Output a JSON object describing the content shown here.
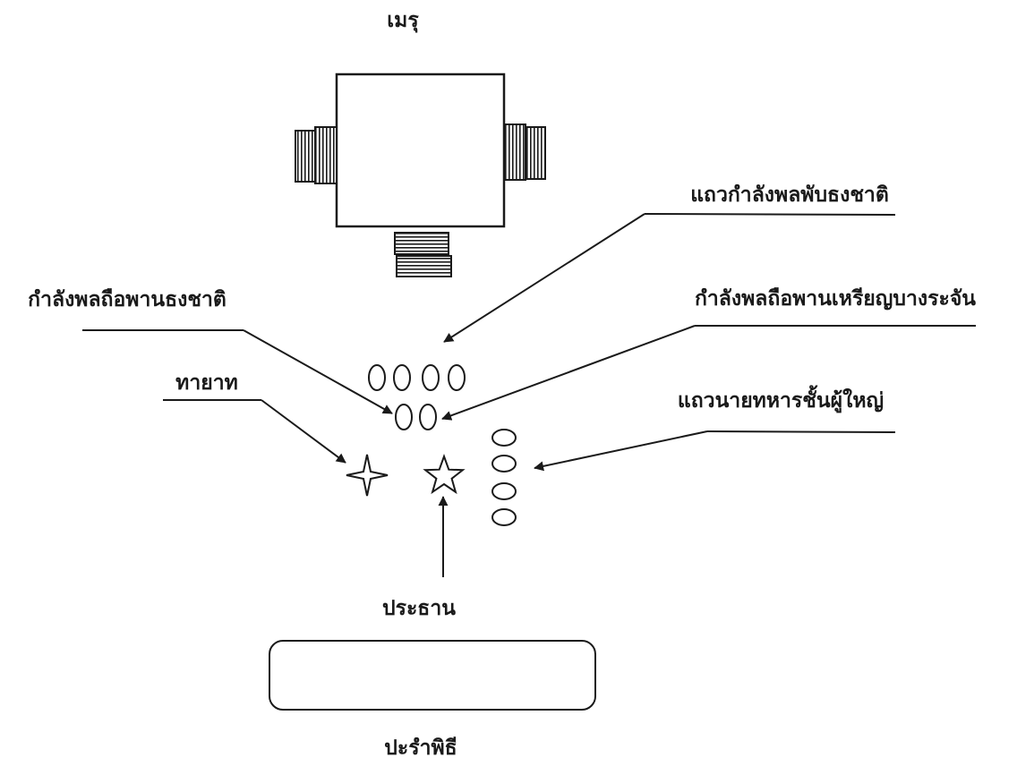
{
  "labels": {
    "meru": "เมรุ",
    "flag_folding_row": "แถวกำลังพลพับธงชาติ",
    "flag_tray_bearer": "กำลังพลถือพานธงชาติ",
    "medal_tray_bearer": "กำลังพลถือพานเหรียญบางระจัน",
    "heir": "ทายาท",
    "senior_officers_row": "แถวนายทหารชั้นผู้ใหญ่",
    "chairman": "ประธาน",
    "ceremony_stage": "ปะรำพิธี"
  },
  "colors": {
    "ink": "#1a1a1a",
    "paper": "#ffffff"
  },
  "icons": {
    "heir_marker": "four-point-star-icon",
    "chairman_marker": "five-point-star-icon",
    "person_marker": "oval-icon"
  }
}
